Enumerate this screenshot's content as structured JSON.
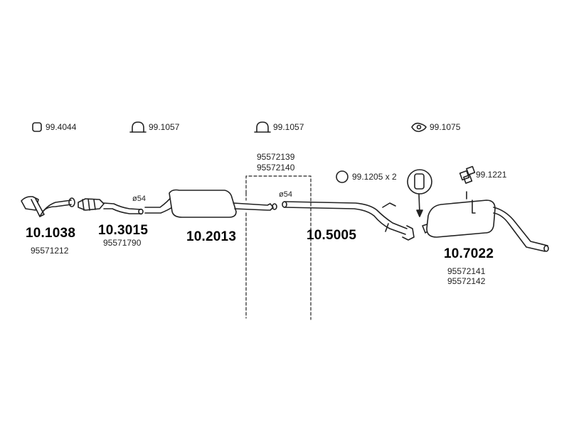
{
  "hardware": [
    {
      "id": "clamp-ring",
      "label": "99.4044"
    },
    {
      "id": "clamp-u-1",
      "label": "99.1057"
    },
    {
      "id": "clamp-u-2",
      "label": "99.1057"
    },
    {
      "id": "flange-gasket",
      "label": "99.1075"
    },
    {
      "id": "gasket-ring",
      "label": "99.1205 x 2"
    },
    {
      "id": "rubber-mount",
      "label": "99.1221"
    }
  ],
  "parts": [
    {
      "id": "front-pipe",
      "number": "10.1038",
      "oem": "95571212"
    },
    {
      "id": "catalyst",
      "number": "10.3015",
      "oem": "95571790"
    },
    {
      "id": "front-silencer",
      "number": "10.2013"
    },
    {
      "id": "middle-pipe",
      "number": "10.5005"
    },
    {
      "id": "rear-silencer",
      "number": "10.7022",
      "oem": [
        "95572141",
        "95572142"
      ]
    }
  ],
  "alternates": [
    "95572139",
    "95572140"
  ],
  "diameters": [
    "ø54",
    "ø54"
  ]
}
